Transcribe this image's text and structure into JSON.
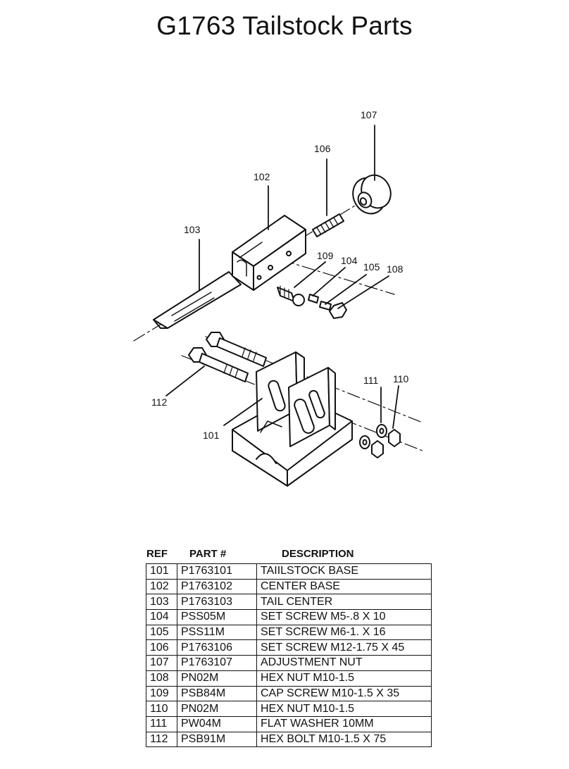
{
  "title": "G1763 Tailstock Parts",
  "callouts": {
    "c101": "101",
    "c102": "102",
    "c103": "103",
    "c104": "104",
    "c105": "105",
    "c106": "106",
    "c107": "107",
    "c108": "108",
    "c109": "109",
    "c110": "110",
    "c111": "111",
    "c112": "112"
  },
  "parts_table": {
    "headers": {
      "ref": "REF",
      "part": "PART #",
      "description": "DESCRIPTION"
    },
    "rows": [
      {
        "ref": "101",
        "part": "P1763101",
        "description": "TAIILSTOCK BASE"
      },
      {
        "ref": "102",
        "part": "P1763102",
        "description": "CENTER BASE"
      },
      {
        "ref": "103",
        "part": "P1763103",
        "description": "TAIL CENTER"
      },
      {
        "ref": "104",
        "part": "PSS05M",
        "description": "SET SCREW M5-.8 X 10"
      },
      {
        "ref": "105",
        "part": "PSS11M",
        "description": "SET SCREW M6-1. X 16"
      },
      {
        "ref": "106",
        "part": "P1763106",
        "description": "SET SCREW M12-1.75 X 45"
      },
      {
        "ref": "107",
        "part": "P1763107",
        "description": "ADJUSTMENT NUT"
      },
      {
        "ref": "108",
        "part": "PN02M",
        "description": "HEX NUT M10-1.5"
      },
      {
        "ref": "109",
        "part": "PSB84M",
        "description": "CAP SCREW M10-1.5 X 35"
      },
      {
        "ref": "110",
        "part": "PN02M",
        "description": "HEX NUT M10-1.5"
      },
      {
        "ref": "111",
        "part": "PW04M",
        "description": "FLAT WASHER 10MM"
      },
      {
        "ref": "112",
        "part": "PSB91M",
        "description": "HEX BOLT M10-1.5 X 75"
      }
    ]
  }
}
